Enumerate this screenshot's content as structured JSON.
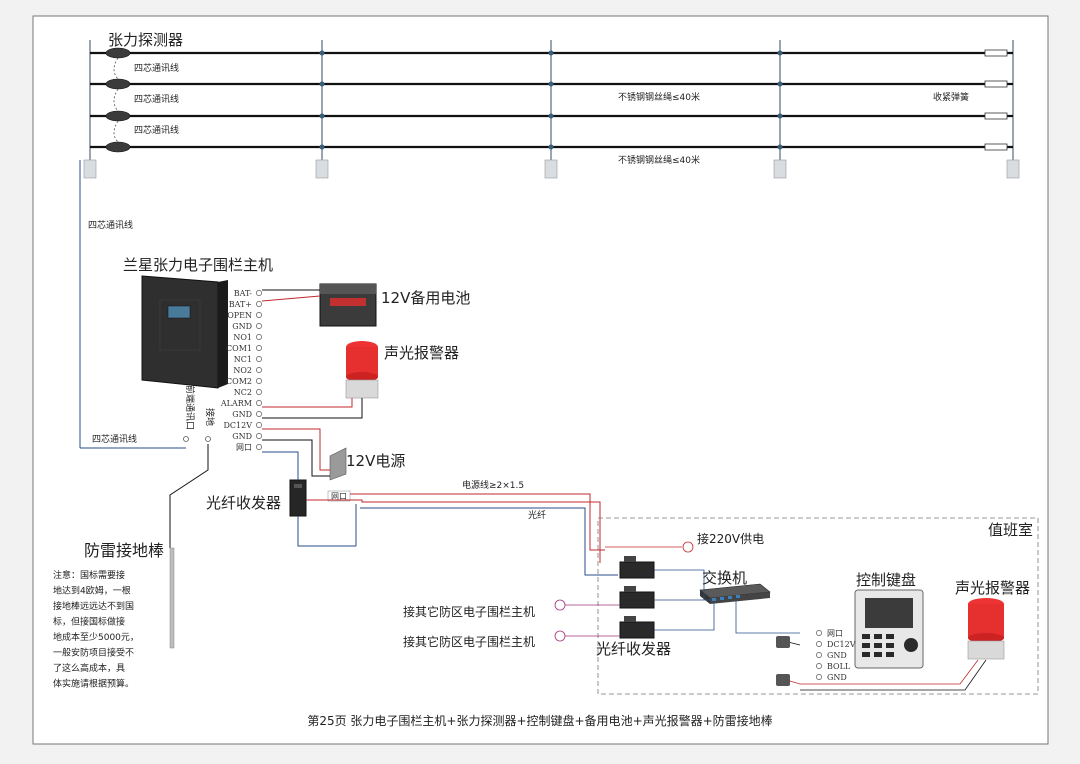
{
  "labels": {
    "tension_detector": "张力探测器",
    "four_core_cable": "四芯通讯线",
    "steel_wire_1": "不锈钢钢丝绳≤40米",
    "steel_wire_2": "不锈钢钢丝绳≤40米",
    "tension_spring": "收紧弹簧",
    "host_title": "兰星张力电子围栏主机",
    "backup_battery": "12V备用电池",
    "alarm_1": "声光报警器",
    "power_supply": "12V电源",
    "fiber_transceiver_1": "光纤收发器",
    "power_cable": "电源线≥2×1.5",
    "fiber": "光纤",
    "duty_room": "值班室",
    "mains_power": "接220V供电",
    "switch": "交换机",
    "control_keypad": "控制键盘",
    "alarm_2": "声光报警器",
    "other_zone_1": "接其它防区电子围栏主机",
    "other_zone_2": "接其它防区电子围栏主机",
    "fiber_transceiver_2": "光纤收发器",
    "lightning_rod": "防雷接地棒",
    "note": [
      "注意：国标需要接",
      "地达到4欧姆，一根",
      "接地棒远远达不到国",
      "标，但接国标做接",
      "地成本至少5000元，",
      "一般安防项目接受不",
      "了这么高成本，具",
      "体实施请根据预算。"
    ],
    "host_side_label_1": "前端通讯口",
    "host_side_label_2": "接地",
    "caption": "第25页  张力电子围栏主机+张力探测器+控制键盘+备用电池+声光报警器+防雷接地棒"
  },
  "host_terminals": [
    "BAT-",
    "BAT+",
    "OPEN",
    "GND",
    "NO1",
    "COM1",
    "NC1",
    "NO2",
    "COM2",
    "NC2",
    "ALARM",
    "GND",
    "DC12V",
    "GND",
    "网口"
  ],
  "keypad_terminals": [
    "网口",
    "DC12V",
    "GND",
    "BOLL",
    "GND"
  ],
  "port_tag": "网口",
  "colors": {
    "power": "#c0282d",
    "signal": "#2a4e8c",
    "accent_magenta": "#a0307a",
    "wire": "#111111"
  }
}
